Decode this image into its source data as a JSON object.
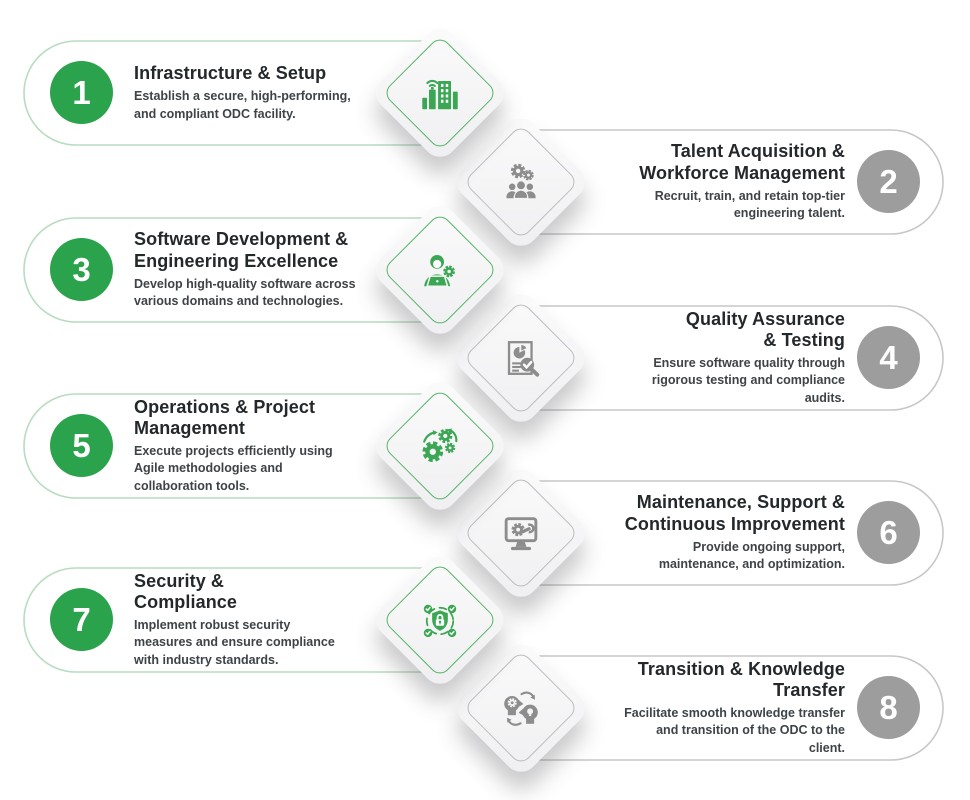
{
  "colors": {
    "green_badge": "#2ba34d",
    "green_icon": "#3ba754",
    "green_border": "#54b465",
    "green_connector": "#b7dcc0",
    "gray_badge": "#9d9d9d",
    "gray_icon": "#8d8d8d",
    "gray_border": "#bcbcbe",
    "gray_connector": "#c7c7c9",
    "title_text": "#24282b",
    "description_text": "#3e4347",
    "card_background": "#f4f4f6"
  },
  "steps": [
    {
      "number": "1",
      "side": "left",
      "icon": "building-antenna-icon",
      "title": "Infrastructure & Setup",
      "description": "Establish a secure, high-performing,\nand compliant ODC facility."
    },
    {
      "number": "2",
      "side": "right",
      "icon": "team-gears-icon",
      "title": "Talent Acquisition &\nWorkforce Management",
      "description": "Recruit, train, and retain top-tier\nengineering talent."
    },
    {
      "number": "3",
      "side": "left",
      "icon": "developer-laptop-icon",
      "title": "Software Development &\nEngineering Excellence",
      "description": "Develop high-quality software across\nvarious domains and technologies."
    },
    {
      "number": "4",
      "side": "right",
      "icon": "report-magnifier-icon",
      "title": "Quality Assurance\n& Testing",
      "description": "Ensure software quality through\nrigorous testing and compliance\naudits."
    },
    {
      "number": "5",
      "side": "left",
      "icon": "process-gears-icon",
      "title": "Operations & Project\nManagement",
      "description": "Execute projects efficiently using\nAgile methodologies and\ncollaboration tools."
    },
    {
      "number": "6",
      "side": "right",
      "icon": "monitor-wrench-icon",
      "title": "Maintenance, Support &\nContinuous Improvement",
      "description": "Provide ongoing support,\nmaintenance, and optimization."
    },
    {
      "number": "7",
      "side": "left",
      "icon": "shield-lock-icon",
      "title": "Security &\nCompliance",
      "description": "Implement robust security\nmeasures and ensure compliance\nwith industry standards."
    },
    {
      "number": "8",
      "side": "right",
      "icon": "knowledge-transfer-icon",
      "title": "Transition & Knowledge\nTransfer",
      "description": "Facilitate smooth knowledge transfer\nand transition of the ODC to the\nclient."
    }
  ]
}
